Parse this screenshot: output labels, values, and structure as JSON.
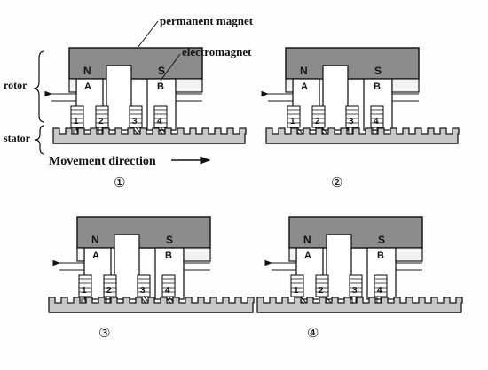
{
  "labels": {
    "permanent_magnet": "permanent magnet",
    "electromagnet": "electromagnet",
    "rotor": "rotor",
    "stator": "stator",
    "movement_direction": "Movement direction"
  },
  "poles": {
    "north": "N",
    "south": "S",
    "phase_a": "A",
    "phase_b": "B"
  },
  "coils": [
    "1",
    "2",
    "3",
    "4"
  ],
  "step_markers": [
    "①",
    "②",
    "③",
    "④"
  ],
  "colors": {
    "magnet_fill": "#8c8c8c",
    "line": "#1a1a1a",
    "stator_fill": "#c8c8c8"
  }
}
